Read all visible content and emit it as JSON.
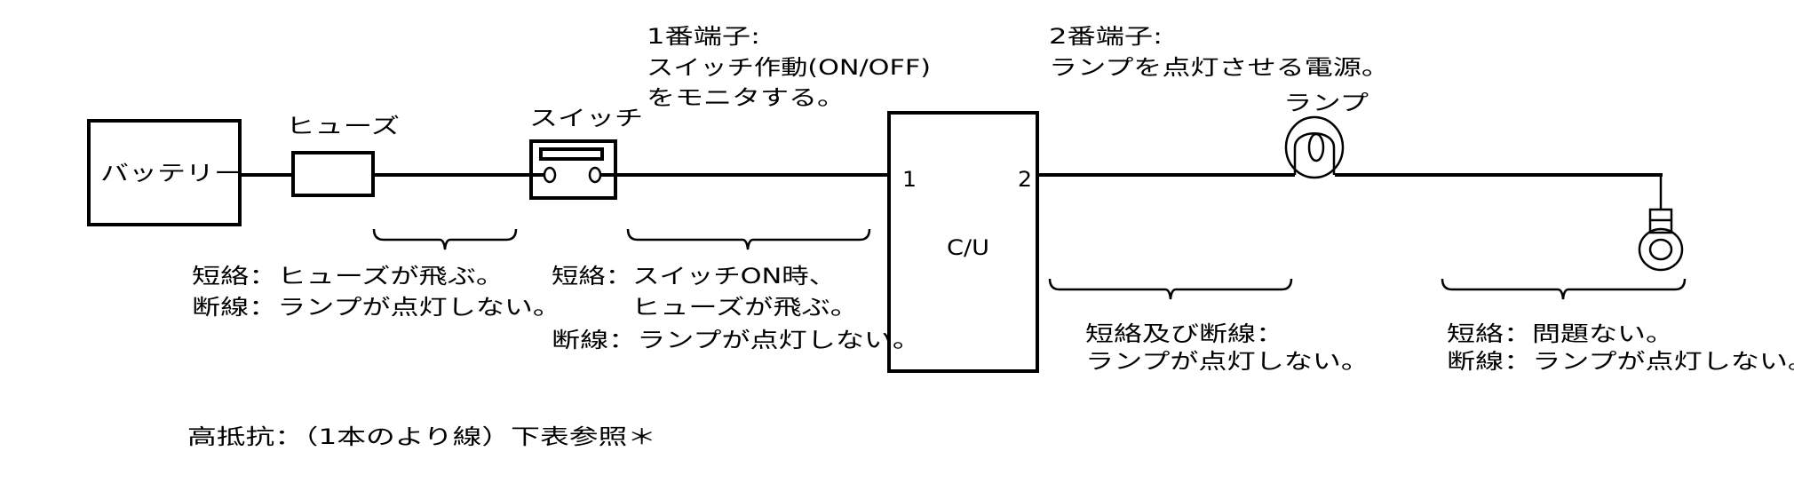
{
  "components": {
    "battery": "バッテリー",
    "fuse": "ヒューズ",
    "switch": "スイッチ",
    "control_unit": "C/U",
    "pin1": "1",
    "pin2": "2",
    "lamp": "ランプ"
  },
  "annotations": {
    "terminal1": [
      "1番端子:",
      "スイッチ作動(ON/OFF)",
      "をモニタする。"
    ],
    "terminal2": [
      "2番端子:",
      "ランプを点灯させる電源。"
    ]
  },
  "segments": [
    {
      "lines": [
        "短絡：ヒューズが飛ぶ。",
        "断線：ランプが点灯しない。"
      ]
    },
    {
      "lines": [
        "短絡：スイッチON時、",
        "ヒューズが飛ぶ。",
        "断線：ランプが点灯しない。"
      ]
    },
    {
      "lines": [
        "短絡及び断線：",
        "ランプが点灯しない。"
      ]
    },
    {
      "lines": [
        "短絡：問題ない。",
        "断線：ランプが点灯しない。"
      ]
    }
  ],
  "footnote": "高抵抗：（1本のより線）下表参照＊"
}
